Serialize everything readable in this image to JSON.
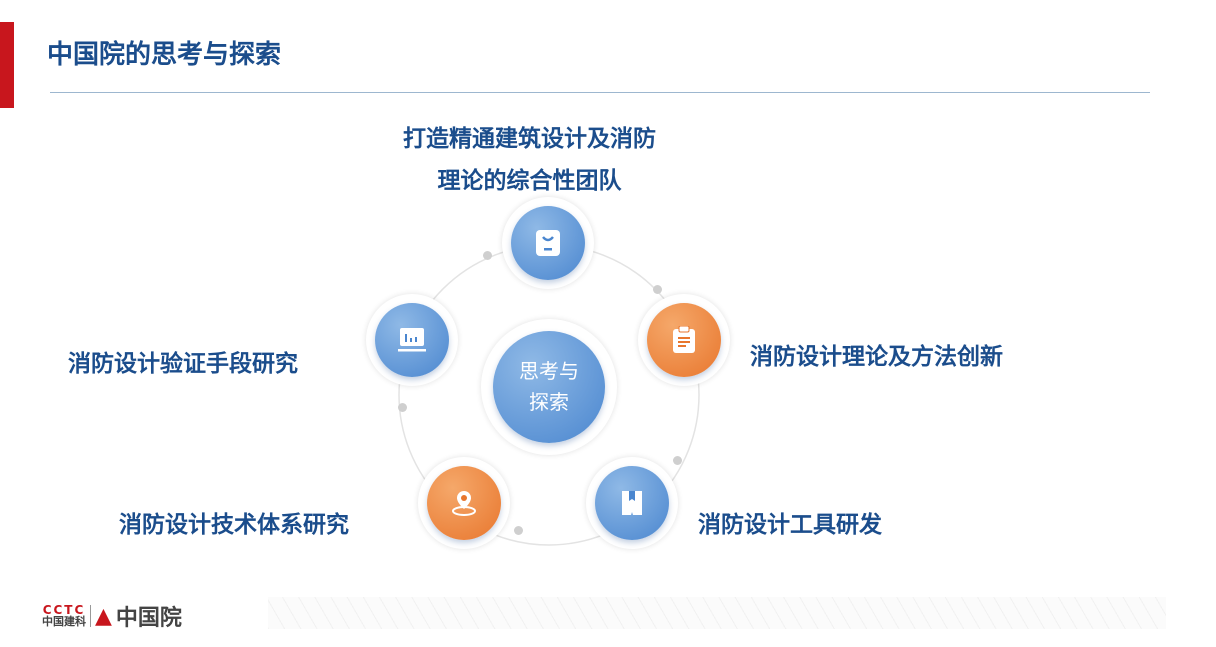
{
  "title": "中国院的思考与探索",
  "center": {
    "line1": "思考与",
    "line2": "探索"
  },
  "items": [
    {
      "line1": "打造精通建筑设计及消防",
      "line2": "理论的综合性团队",
      "icon": "id-badge-icon"
    },
    {
      "label": "消防设计理论及方法创新",
      "icon": "clipboard-icon"
    },
    {
      "label": "消防设计工具研发",
      "icon": "book-icon"
    },
    {
      "label": "消防设计技术体系研究",
      "icon": "location-pin-icon"
    },
    {
      "label": "消防设计验证手段研究",
      "icon": "monitor-chart-icon"
    }
  ],
  "footer": {
    "logo1_top": "CCTC",
    "logo1_bottom": "中国建科",
    "logo2": "中国院"
  },
  "colors": {
    "blue": "#4a86cf",
    "orange": "#e8762d",
    "title": "#1b4d8c",
    "red": "#c8161d"
  }
}
